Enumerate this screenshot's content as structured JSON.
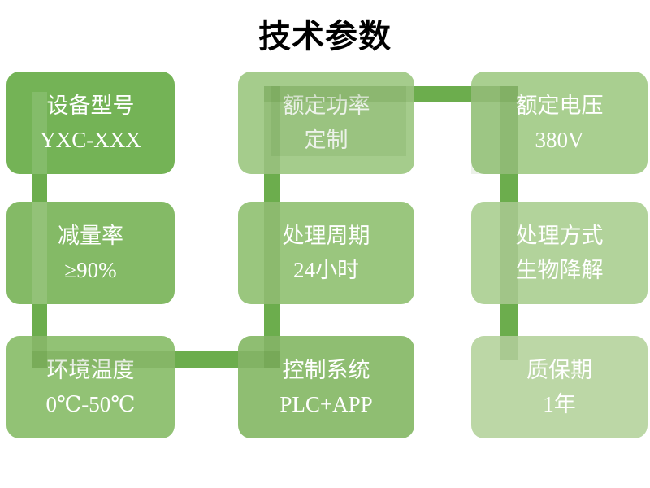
{
  "title": "技术参数",
  "connector_color": "#6CAD4D",
  "boxes": [
    {
      "label": "设备型号",
      "value": "YXC-XXX",
      "color": "#74B356"
    },
    {
      "label": "减量率",
      "value": "≥90%",
      "color": "#84BA66"
    },
    {
      "label": "环境温度",
      "value": "0℃-50℃",
      "color": "#92C275"
    },
    {
      "label": "额定功率",
      "value": "定制",
      "color": "#A5CC8C"
    },
    {
      "label": "处理周期",
      "value": "24小时",
      "color": "#9AC67E"
    },
    {
      "label": "控制系统",
      "value": "PLC+APP",
      "color": "#8FBE72"
    },
    {
      "label": "额定电压",
      "value": "380V",
      "color": "#A9CF90"
    },
    {
      "label": "处理方式",
      "value": "生物降解",
      "color": "#B2D39B"
    },
    {
      "label": "质保期",
      "value": "1年",
      "color": "#BCD7A6"
    }
  ]
}
